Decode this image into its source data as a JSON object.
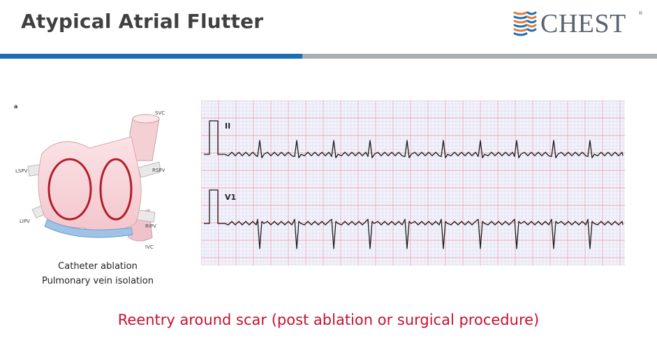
{
  "slide": {
    "title": "Atypical Atrial Flutter",
    "footer": "Reentry around scar (post ablation or surgical procedure)"
  },
  "logo": {
    "text": "CHEST",
    "registered": "®",
    "colors": {
      "text": "#5a6470",
      "stripe_orange": "#e07b39",
      "stripe_blue": "#1b6fb7"
    }
  },
  "colors": {
    "title": "#404040",
    "accent_bar_blue": "#1b6fb7",
    "accent_bar_gray": "#a9aeb3",
    "footer_text": "#c8102e",
    "ablation_ring": "#b21d2b",
    "ecg_grid_minor": "#cfd0ee",
    "ecg_grid_major": "#e6a9b6"
  },
  "heart_figure": {
    "panel_letter": "a",
    "labels": {
      "svc": "SVC",
      "rspv": "RSPV",
      "ripv": "RIPV",
      "ivc": "IVC",
      "lspv": "LSPV",
      "lipv": "LIPV"
    },
    "caption_line1": "Catheter ablation",
    "caption_line2": "Pulmonary vein isolation"
  },
  "ecg": {
    "leads": [
      "II",
      "V1"
    ]
  }
}
